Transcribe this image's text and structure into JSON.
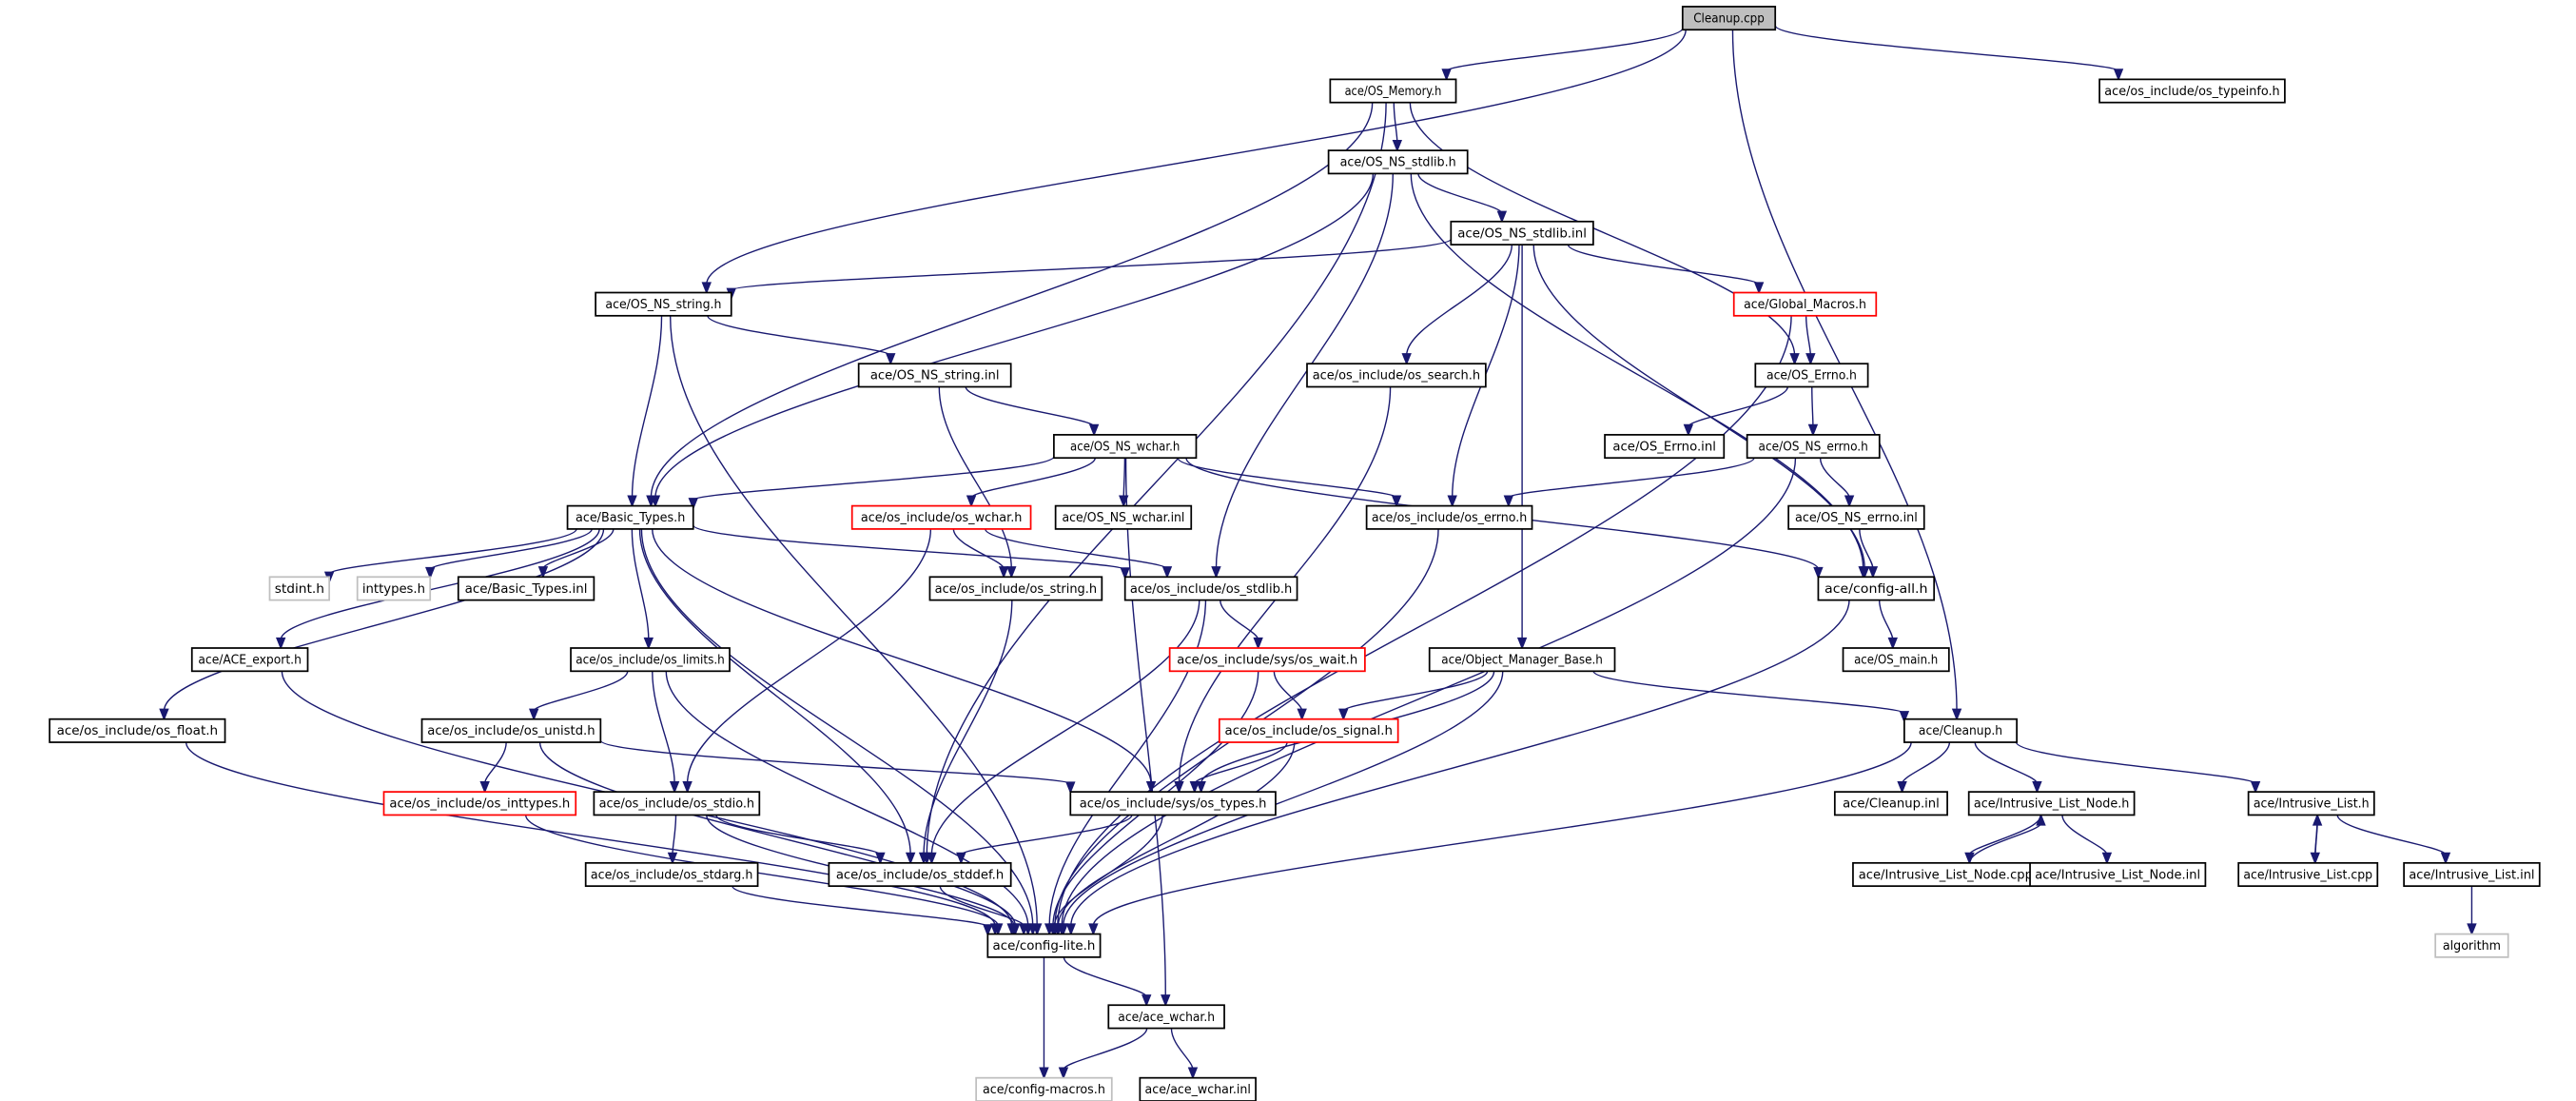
{
  "title": "Cleanup.cpp include dependency graph",
  "colors": {
    "edge": "#191970",
    "root_fill": "#bfbfbf",
    "missing_border": "#ff0000",
    "external_border": "#bfbfbf"
  },
  "nodes": [
    {
      "id": "cleanup_cpp",
      "label": "Cleanup.cpp",
      "kind": "root"
    },
    {
      "id": "os_memory_h",
      "label": "ace/OS_Memory.h",
      "kind": "normal"
    },
    {
      "id": "os_typeinfo_h",
      "label": "ace/os_include/os_typeinfo.h",
      "kind": "normal"
    },
    {
      "id": "os_ns_stdlib_h",
      "label": "ace/OS_NS_stdlib.h",
      "kind": "normal"
    },
    {
      "id": "os_ns_stdlib_inl",
      "label": "ace/OS_NS_stdlib.inl",
      "kind": "normal"
    },
    {
      "id": "os_ns_string_h",
      "label": "ace/OS_NS_string.h",
      "kind": "normal"
    },
    {
      "id": "global_macros_h",
      "label": "ace/Global_Macros.h",
      "kind": "missing"
    },
    {
      "id": "os_ns_string_inl",
      "label": "ace/OS_NS_string.inl",
      "kind": "normal"
    },
    {
      "id": "os_search_h",
      "label": "ace/os_include/os_search.h",
      "kind": "normal"
    },
    {
      "id": "os_errno_h",
      "label": "ace/OS_Errno.h",
      "kind": "normal"
    },
    {
      "id": "os_ns_wchar_h",
      "label": "ace/OS_NS_wchar.h",
      "kind": "normal"
    },
    {
      "id": "os_errno_inl",
      "label": "ace/OS_Errno.inl",
      "kind": "normal"
    },
    {
      "id": "os_ns_errno_h",
      "label": "ace/OS_NS_errno.h",
      "kind": "normal"
    },
    {
      "id": "basic_types_h",
      "label": "ace/Basic_Types.h",
      "kind": "normal"
    },
    {
      "id": "os_wchar_h",
      "label": "ace/os_include/os_wchar.h",
      "kind": "missing"
    },
    {
      "id": "os_ns_wchar_inl",
      "label": "ace/OS_NS_wchar.inl",
      "kind": "normal"
    },
    {
      "id": "os_include_errno_h",
      "label": "ace/os_include/os_errno.h",
      "kind": "normal"
    },
    {
      "id": "os_ns_errno_inl",
      "label": "ace/OS_NS_errno.inl",
      "kind": "normal"
    },
    {
      "id": "stdint_h",
      "label": "stdint.h",
      "kind": "external"
    },
    {
      "id": "inttypes_h",
      "label": "inttypes.h",
      "kind": "external"
    },
    {
      "id": "basic_types_inl",
      "label": "ace/Basic_Types.inl",
      "kind": "normal"
    },
    {
      "id": "os_string_h",
      "label": "ace/os_include/os_string.h",
      "kind": "normal"
    },
    {
      "id": "os_stdlib_h",
      "label": "ace/os_include/os_stdlib.h",
      "kind": "normal"
    },
    {
      "id": "config_all_h",
      "label": "ace/config-all.h",
      "kind": "normal"
    },
    {
      "id": "ace_export_h",
      "label": "ace/ACE_export.h",
      "kind": "normal"
    },
    {
      "id": "os_limits_h",
      "label": "ace/os_include/os_limits.h",
      "kind": "normal"
    },
    {
      "id": "os_wait_h",
      "label": "ace/os_include/sys/os_wait.h",
      "kind": "missing"
    },
    {
      "id": "object_manager_base_h",
      "label": "ace/Object_Manager_Base.h",
      "kind": "normal"
    },
    {
      "id": "os_main_h",
      "label": "ace/OS_main.h",
      "kind": "normal"
    },
    {
      "id": "os_float_h",
      "label": "ace/os_include/os_float.h",
      "kind": "normal"
    },
    {
      "id": "os_unistd_h",
      "label": "ace/os_include/os_unistd.h",
      "kind": "normal"
    },
    {
      "id": "os_signal_h",
      "label": "ace/os_include/os_signal.h",
      "kind": "missing"
    },
    {
      "id": "cleanup_h",
      "label": "ace/Cleanup.h",
      "kind": "normal"
    },
    {
      "id": "os_inttypes_h",
      "label": "ace/os_include/os_inttypes.h",
      "kind": "missing"
    },
    {
      "id": "os_stdio_h",
      "label": "ace/os_include/os_stdio.h",
      "kind": "normal"
    },
    {
      "id": "os_types_h",
      "label": "ace/os_include/sys/os_types.h",
      "kind": "normal"
    },
    {
      "id": "cleanup_inl",
      "label": "ace/Cleanup.inl",
      "kind": "normal"
    },
    {
      "id": "intrusive_list_node_h",
      "label": "ace/Intrusive_List_Node.h",
      "kind": "normal"
    },
    {
      "id": "intrusive_list_h",
      "label": "ace/Intrusive_List.h",
      "kind": "normal"
    },
    {
      "id": "os_stdarg_h",
      "label": "ace/os_include/os_stdarg.h",
      "kind": "normal"
    },
    {
      "id": "os_stddef_h",
      "label": "ace/os_include/os_stddef.h",
      "kind": "normal"
    },
    {
      "id": "intrusive_list_node_cpp",
      "label": "ace/Intrusive_List_Node.cpp",
      "kind": "normal"
    },
    {
      "id": "intrusive_list_node_inl",
      "label": "ace/Intrusive_List_Node.inl",
      "kind": "normal"
    },
    {
      "id": "intrusive_list_cpp",
      "label": "ace/Intrusive_List.cpp",
      "kind": "normal"
    },
    {
      "id": "intrusive_list_inl",
      "label": "ace/Intrusive_List.inl",
      "kind": "normal"
    },
    {
      "id": "config_lite_h",
      "label": "ace/config-lite.h",
      "kind": "normal"
    },
    {
      "id": "algorithm",
      "label": "algorithm",
      "kind": "external"
    },
    {
      "id": "ace_wchar_h",
      "label": "ace/ace_wchar.h",
      "kind": "normal"
    },
    {
      "id": "config_macros_h",
      "label": "ace/config-macros.h",
      "kind": "external"
    },
    {
      "id": "ace_wchar_inl",
      "label": "ace/ace_wchar.inl",
      "kind": "normal"
    }
  ],
  "edges": [
    [
      "cleanup_cpp",
      "os_memory_h"
    ],
    [
      "cleanup_cpp",
      "os_typeinfo_h"
    ],
    [
      "cleanup_cpp",
      "os_ns_string_h"
    ],
    [
      "cleanup_cpp",
      "cleanup_h"
    ],
    [
      "os_memory_h",
      "os_ns_stdlib_h"
    ],
    [
      "os_memory_h",
      "basic_types_h"
    ],
    [
      "os_memory_h",
      "os_errno_h"
    ],
    [
      "os_memory_h",
      "os_stddef_h"
    ],
    [
      "os_ns_stdlib_h",
      "os_ns_stdlib_inl"
    ],
    [
      "os_ns_stdlib_h",
      "basic_types_h"
    ],
    [
      "os_ns_stdlib_h",
      "os_stdlib_h"
    ],
    [
      "os_ns_stdlib_h",
      "config_all_h"
    ],
    [
      "os_ns_stdlib_inl",
      "os_ns_string_h"
    ],
    [
      "os_ns_stdlib_inl",
      "global_macros_h"
    ],
    [
      "os_ns_stdlib_inl",
      "os_search_h"
    ],
    [
      "os_ns_stdlib_inl",
      "os_include_errno_h"
    ],
    [
      "os_ns_stdlib_inl",
      "object_manager_base_h"
    ],
    [
      "os_ns_stdlib_inl",
      "config_all_h"
    ],
    [
      "os_ns_string_h",
      "os_ns_string_inl"
    ],
    [
      "os_ns_string_h",
      "basic_types_h"
    ],
    [
      "os_ns_string_h",
      "config_lite_h"
    ],
    [
      "global_macros_h",
      "os_errno_h"
    ],
    [
      "global_macros_h",
      "config_lite_h"
    ],
    [
      "os_ns_string_inl",
      "os_ns_wchar_h"
    ],
    [
      "os_ns_string_inl",
      "os_string_h"
    ],
    [
      "os_search_h",
      "os_types_h"
    ],
    [
      "os_errno_h",
      "os_errno_inl"
    ],
    [
      "os_errno_h",
      "os_ns_errno_h"
    ],
    [
      "os_ns_wchar_h",
      "basic_types_h"
    ],
    [
      "os_ns_wchar_h",
      "os_wchar_h"
    ],
    [
      "os_ns_wchar_h",
      "os_ns_wchar_inl"
    ],
    [
      "os_ns_wchar_h",
      "os_include_errno_h"
    ],
    [
      "os_ns_wchar_h",
      "config_all_h"
    ],
    [
      "os_ns_wchar_h",
      "ace_wchar_h"
    ],
    [
      "os_ns_errno_h",
      "os_include_errno_h"
    ],
    [
      "os_ns_errno_h",
      "os_ns_errno_inl"
    ],
    [
      "os_ns_errno_h",
      "config_lite_h"
    ],
    [
      "os_ns_errno_inl",
      "config_all_h"
    ],
    [
      "basic_types_h",
      "stdint_h"
    ],
    [
      "basic_types_h",
      "inttypes_h"
    ],
    [
      "basic_types_h",
      "basic_types_inl"
    ],
    [
      "basic_types_h",
      "ace_export_h"
    ],
    [
      "basic_types_h",
      "os_float_h"
    ],
    [
      "basic_types_h",
      "os_limits_h"
    ],
    [
      "basic_types_h",
      "os_stdlib_h"
    ],
    [
      "basic_types_h",
      "os_types_h"
    ],
    [
      "basic_types_h",
      "os_stddef_h"
    ],
    [
      "basic_types_h",
      "config_lite_h"
    ],
    [
      "os_wchar_h",
      "os_string_h"
    ],
    [
      "os_wchar_h",
      "os_stdlib_h"
    ],
    [
      "os_wchar_h",
      "os_stdio_h"
    ],
    [
      "os_include_errno_h",
      "config_lite_h"
    ],
    [
      "os_string_h",
      "os_stddef_h"
    ],
    [
      "os_stdlib_h",
      "os_wait_h"
    ],
    [
      "os_stdlib_h",
      "os_stddef_h"
    ],
    [
      "os_stdlib_h",
      "config_lite_h"
    ],
    [
      "config_all_h",
      "os_main_h"
    ],
    [
      "config_all_h",
      "config_lite_h"
    ],
    [
      "ace_export_h",
      "config_lite_h"
    ],
    [
      "os_limits_h",
      "os_unistd_h"
    ],
    [
      "os_limits_h",
      "os_stdio_h"
    ],
    [
      "os_limits_h",
      "config_lite_h"
    ],
    [
      "os_wait_h",
      "os_signal_h"
    ],
    [
      "os_wait_h",
      "config_lite_h"
    ],
    [
      "object_manager_base_h",
      "os_signal_h"
    ],
    [
      "object_manager_base_h",
      "os_types_h"
    ],
    [
      "object_manager_base_h",
      "cleanup_h"
    ],
    [
      "object_manager_base_h",
      "config_lite_h"
    ],
    [
      "os_float_h",
      "config_lite_h"
    ],
    [
      "os_unistd_h",
      "os_inttypes_h"
    ],
    [
      "os_unistd_h",
      "os_types_h"
    ],
    [
      "os_unistd_h",
      "config_lite_h"
    ],
    [
      "os_signal_h",
      "os_types_h"
    ],
    [
      "os_signal_h",
      "config_lite_h"
    ],
    [
      "cleanup_h",
      "cleanup_inl"
    ],
    [
      "cleanup_h",
      "intrusive_list_node_h"
    ],
    [
      "cleanup_h",
      "intrusive_list_h"
    ],
    [
      "cleanup_h",
      "config_lite_h"
    ],
    [
      "os_inttypes_h",
      "config_lite_h"
    ],
    [
      "os_stdio_h",
      "os_stdarg_h"
    ],
    [
      "os_stdio_h",
      "os_stddef_h"
    ],
    [
      "os_stdio_h",
      "config_lite_h"
    ],
    [
      "os_types_h",
      "os_stddef_h"
    ],
    [
      "os_types_h",
      "config_lite_h"
    ],
    [
      "intrusive_list_node_h",
      "intrusive_list_node_cpp"
    ],
    [
      "intrusive_list_node_h",
      "intrusive_list_node_inl"
    ],
    [
      "intrusive_list_node_cpp",
      "intrusive_list_node_h"
    ],
    [
      "intrusive_list_h",
      "intrusive_list_cpp"
    ],
    [
      "intrusive_list_h",
      "intrusive_list_inl"
    ],
    [
      "intrusive_list_cpp",
      "intrusive_list_h"
    ],
    [
      "intrusive_list_inl",
      "algorithm"
    ],
    [
      "os_stdarg_h",
      "config_lite_h"
    ],
    [
      "os_stddef_h",
      "config_lite_h"
    ],
    [
      "config_lite_h",
      "ace_wchar_h"
    ],
    [
      "config_lite_h",
      "config_macros_h"
    ],
    [
      "ace_wchar_h",
      "config_macros_h"
    ],
    [
      "ace_wchar_h",
      "ace_wchar_inl"
    ]
  ]
}
